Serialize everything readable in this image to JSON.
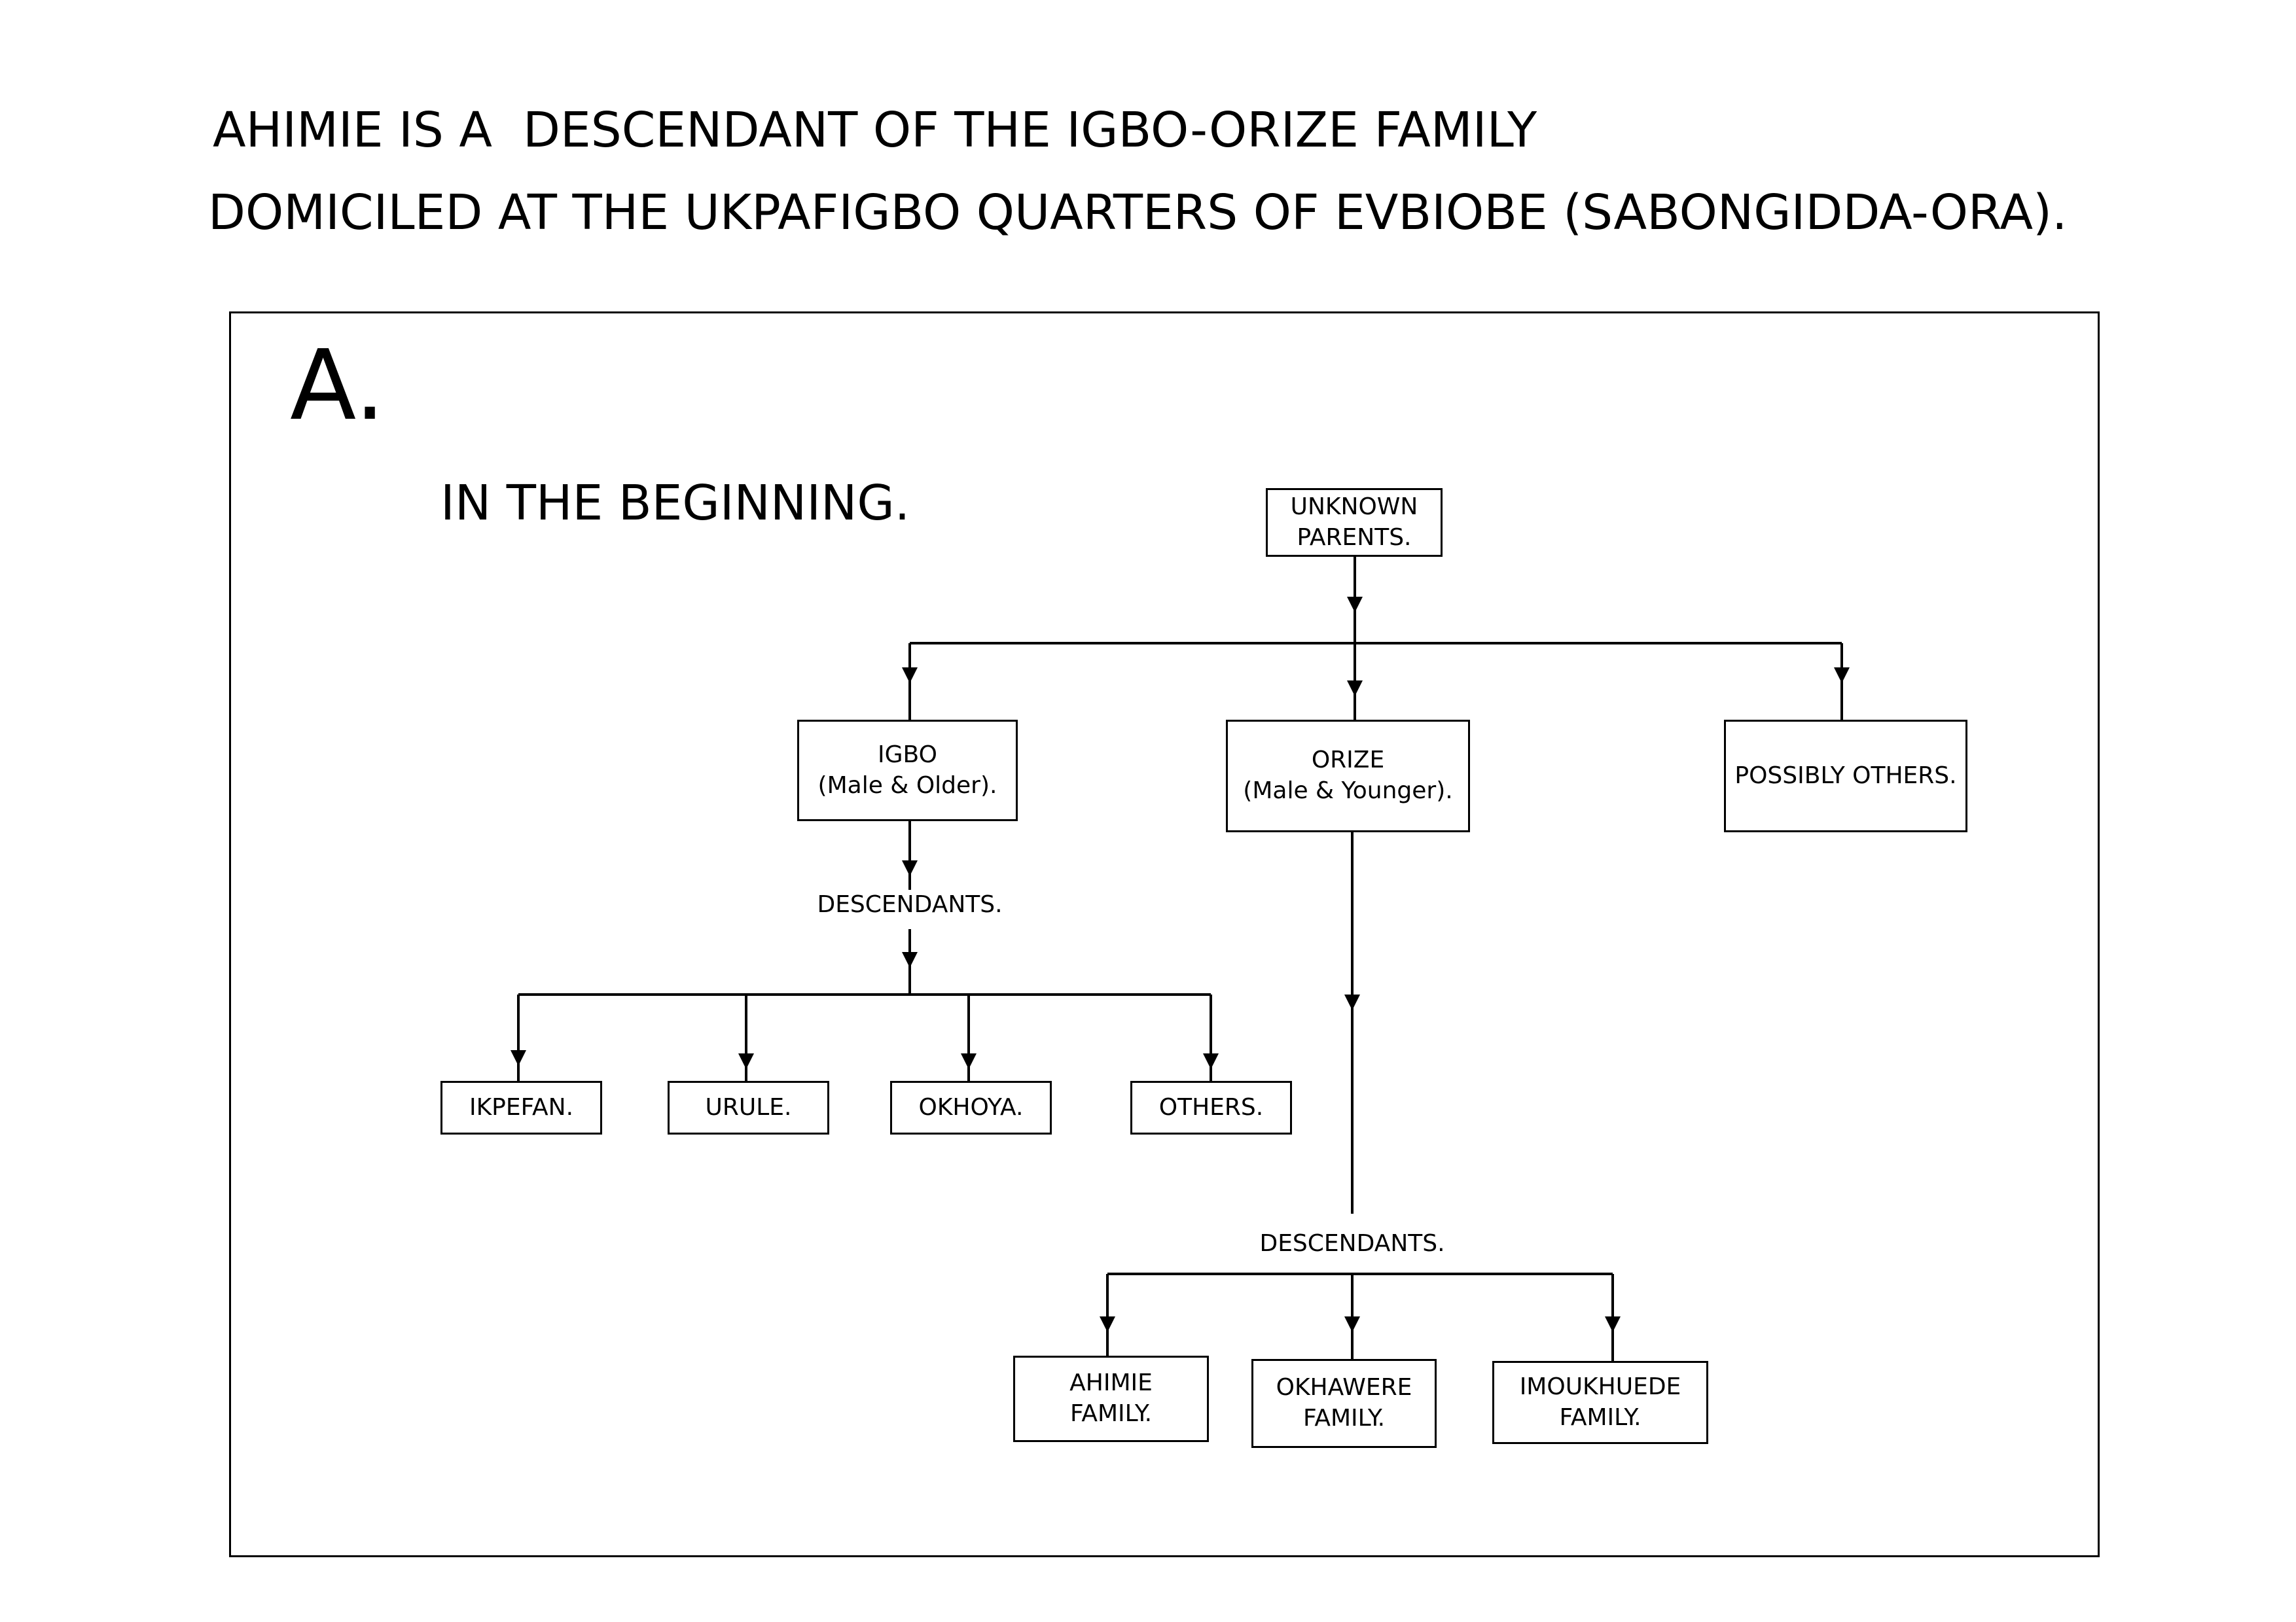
{
  "header": {
    "line1": "AHIMIE IS A  DESCENDANT OF THE IGBO-ORIZE FAMILY",
    "line2": "DOMICILED AT THE UKPAFIGBO QUARTERS OF EVBIOBE (SABONGIDDA-ORA)."
  },
  "section": {
    "letter": "A.",
    "title": "IN THE BEGINNING."
  },
  "nodes": {
    "root": {
      "line1": "UNKNOWN",
      "line2": "PARENTS."
    },
    "igbo": {
      "line1": "IGBO",
      "line2": "(Male & Older)."
    },
    "orize": {
      "line1": "ORIZE",
      "line2": "(Male & Younger)."
    },
    "others_top": {
      "line1": "POSSIBLY OTHERS."
    },
    "igbo_descendants": "DESCENDANTS.",
    "ikpefan": {
      "line1": "IKPEFAN."
    },
    "urule": {
      "line1": "URULE."
    },
    "okhoya": {
      "line1": "OKHOYA."
    },
    "igbo_others": {
      "line1": "OTHERS."
    },
    "orize_descendants": "DESCENDANTS.",
    "ahimie": {
      "line1": "AHIMIE",
      "line2": "FAMILY."
    },
    "okhawere": {
      "line1": "OKHAWERE",
      "line2": "FAMILY."
    },
    "imoukhuede": {
      "line1": "IMOUKHUEDE",
      "line2": "FAMILY."
    }
  }
}
